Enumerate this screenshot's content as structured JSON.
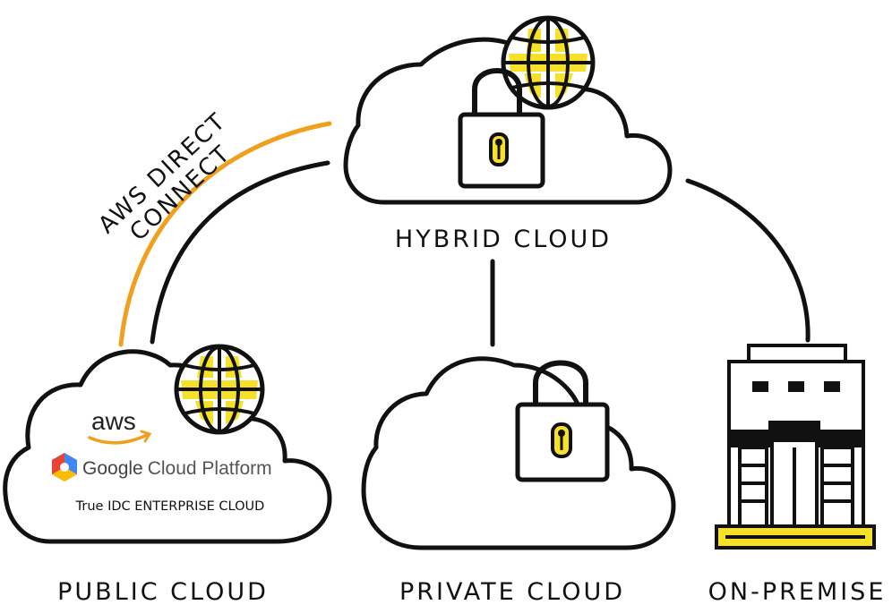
{
  "diagram": {
    "nodes": {
      "hybrid": {
        "label": "HYBRID CLOUD"
      },
      "public": {
        "label": "PUBLIC CLOUD",
        "providers": {
          "aws": "aws",
          "gcp_google": "Google",
          "gcp_rest": "Cloud Platform",
          "true_idc": "True IDC ENTERPRISE CLOUD"
        }
      },
      "private": {
        "label": "PRIVATE CLOUD"
      },
      "onprem": {
        "label": "ON-PREMISE"
      }
    },
    "connections": {
      "aws_direct_connect": {
        "line1": "AWS DIRECT",
        "line2": "CONNECT",
        "color": "#f0a01e"
      }
    },
    "colors": {
      "stroke": "#111111",
      "accent_yellow": "#f5e02a",
      "aws_orange": "#f0a01e",
      "gcp_blue": "#4285f4",
      "gcp_red": "#ea4335",
      "gcp_yellow": "#fbbc05",
      "gcp_green": "#34a853"
    },
    "icons": [
      "cloud-icon",
      "padlock-icon",
      "globe-icon",
      "building-icon",
      "gcp-hexagon-icon"
    ]
  }
}
